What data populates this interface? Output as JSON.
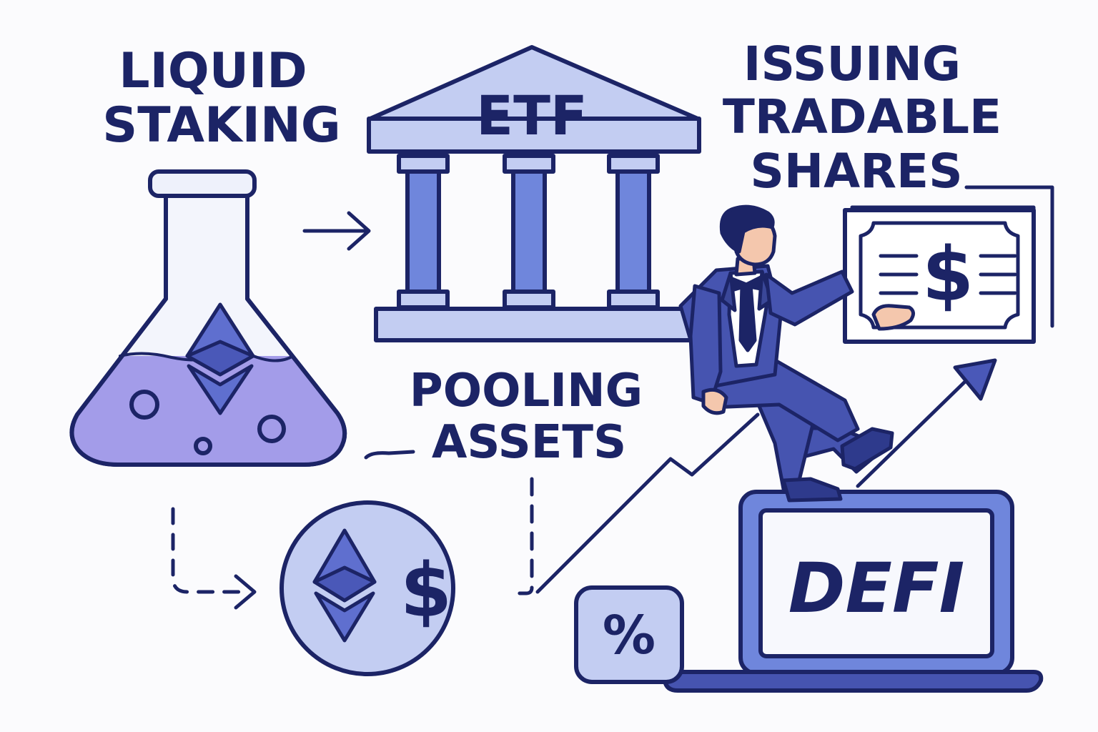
{
  "labels": {
    "liquid_staking": [
      "LIQUID",
      "STAKING"
    ],
    "etf": "ETF",
    "issuing_shares": [
      "ISSUING",
      "TRADABLE",
      "SHARES"
    ],
    "pooling_assets": [
      "POOLING",
      "ASSETS"
    ],
    "defi": "DEFI",
    "percent": "%",
    "dollar": "$"
  },
  "colors": {
    "outline": "#1c2466",
    "light_blue": "#c3cdf2",
    "mid_blue": "#6f86dc",
    "purple": "#9d97e9",
    "navy_suit": "#4654b0",
    "skin": "#f4c7ad",
    "paper": "#fbfbfd"
  },
  "icons": [
    "flask-icon",
    "ethereum-icon",
    "bank-building-icon",
    "share-certificate-icon",
    "coin-icon",
    "laptop-icon",
    "percent-icon",
    "trend-arrow-icon",
    "businessman-icon"
  ]
}
